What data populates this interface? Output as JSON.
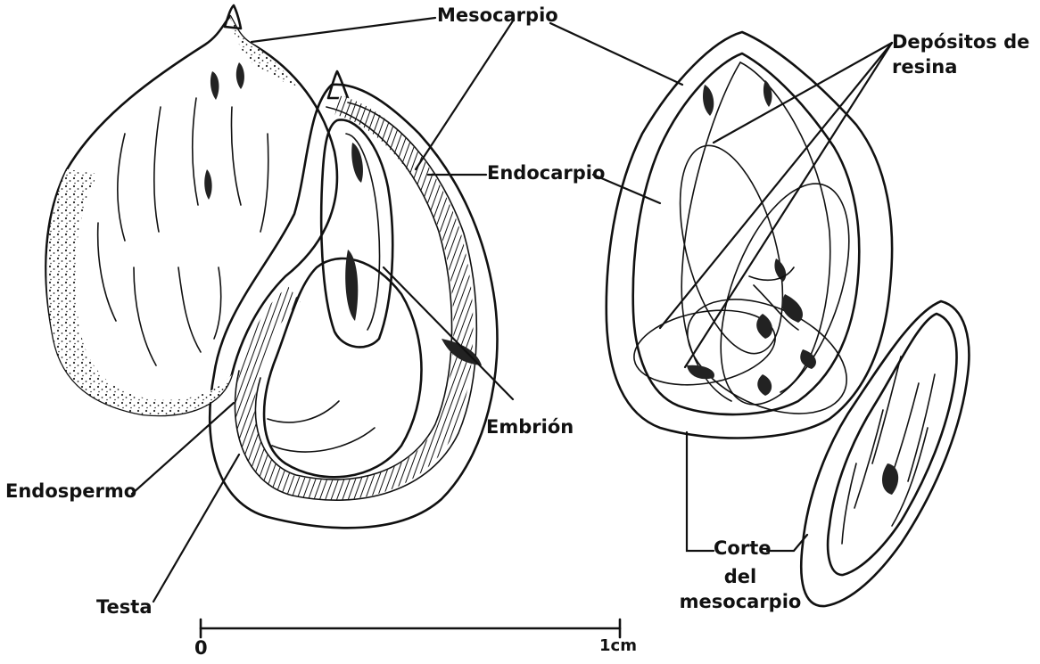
{
  "labels": {
    "mesocarpio": "Mesocarpio",
    "endocarpio": "Endocarpio",
    "embrion": "Embrión",
    "endospermo": "Endospermo",
    "testa": "Testa",
    "depositos_line1": "Depósitos de",
    "depositos_line2": "resina",
    "corte_line1": "Corte",
    "corte_line2": "del",
    "corte_line3": "mesocarpio"
  },
  "scale_bar": {
    "start_label": "0",
    "end_label": "1cm"
  }
}
